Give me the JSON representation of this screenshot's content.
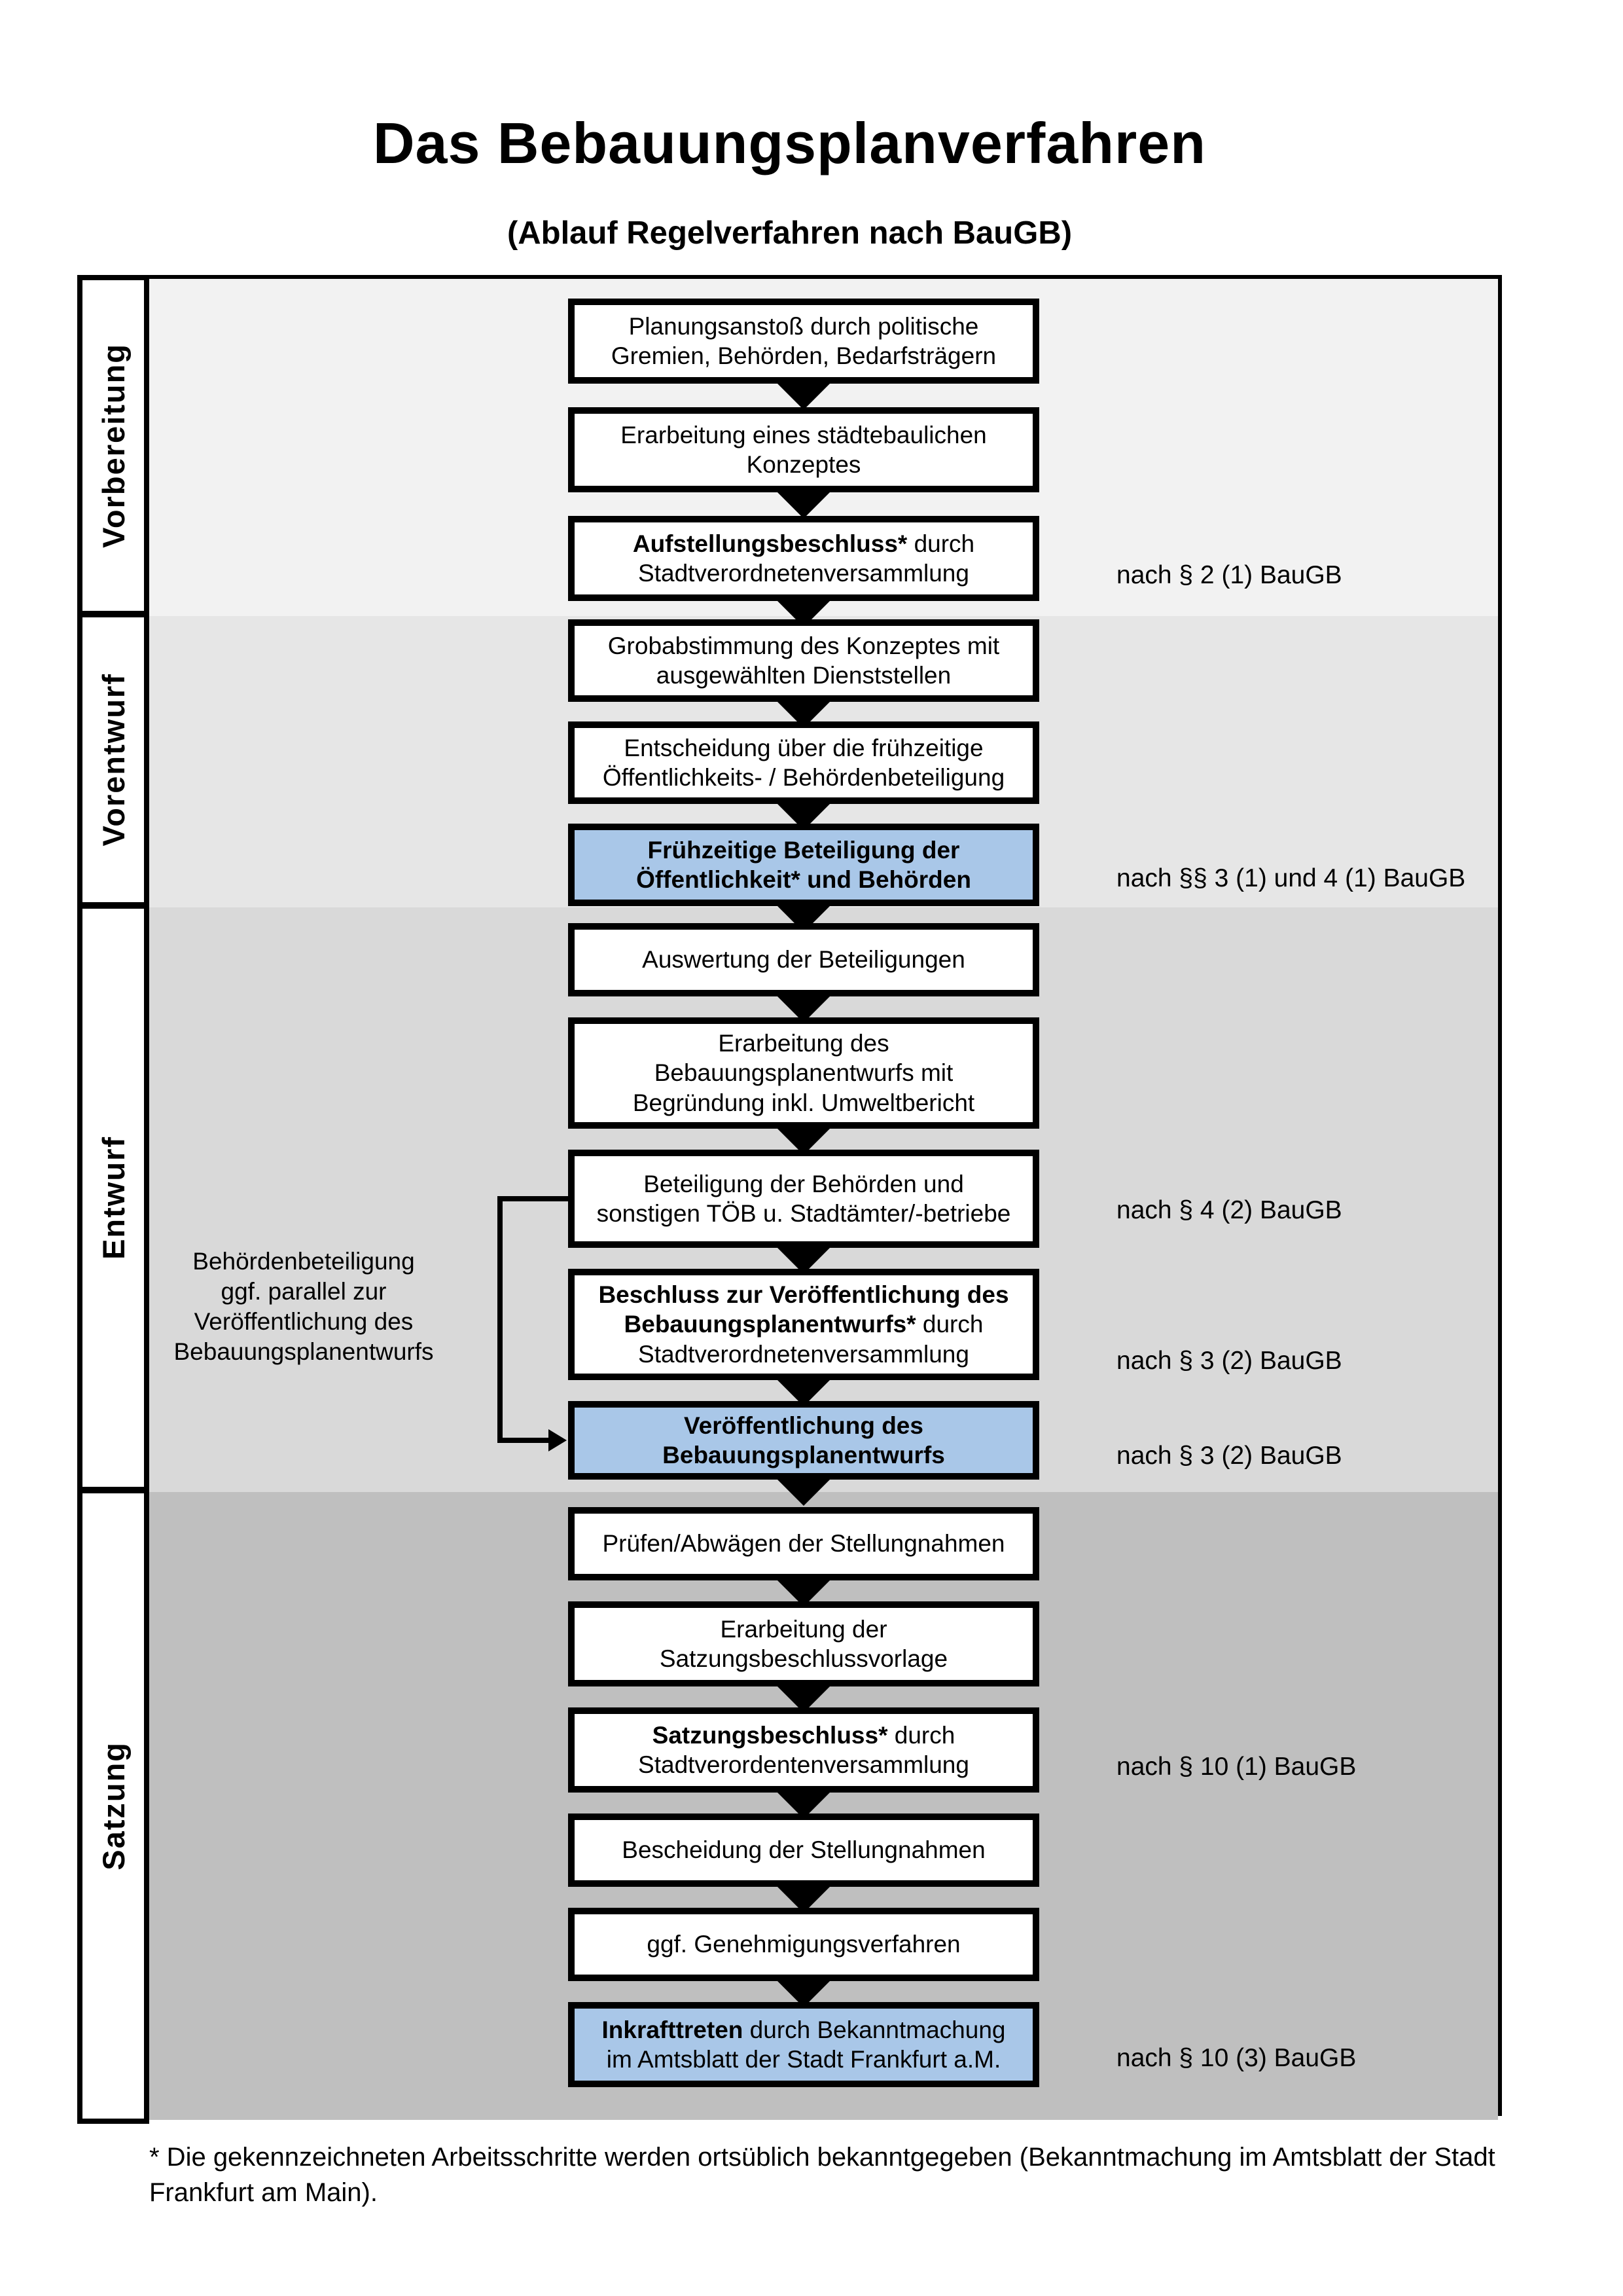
{
  "title": "Das Bebauungsplanverfahren",
  "subtitle": "(Ablauf Regelverfahren nach BauGB)",
  "colors": {
    "highlight_blue": "#a9c7e8",
    "band_vorbereitung": "#f2f2f2",
    "band_vorentwurf": "#e6e6e6",
    "band_entwurf": "#d9d9d9",
    "band_satzung": "#bfbfbf"
  },
  "phases": [
    {
      "label": "Vorbereitung"
    },
    {
      "label": "Vorentwurf"
    },
    {
      "label": "Entwurf"
    },
    {
      "label": "Satzung"
    }
  ],
  "steps": [
    {
      "phase": 0,
      "highlight": false,
      "annotation": "",
      "lines": [
        [
          {
            "text": "Planungsanstoß durch politische",
            "bold": false
          }
        ],
        [
          {
            "text": "Gremien, Behörden, Bedarfsträgern",
            "bold": false
          }
        ]
      ]
    },
    {
      "phase": 0,
      "highlight": false,
      "annotation": "",
      "lines": [
        [
          {
            "text": "Erarbeitung eines städtebaulichen",
            "bold": false
          }
        ],
        [
          {
            "text": "Konzeptes",
            "bold": false
          }
        ]
      ]
    },
    {
      "phase": 0,
      "highlight": false,
      "annotation": "nach § 2 (1) BauGB",
      "lines": [
        [
          {
            "text": "Aufstellungsbeschluss*",
            "bold": true
          },
          {
            "text": " durch",
            "bold": false
          }
        ],
        [
          {
            "text": "Stadtverordnetenversammlung",
            "bold": false
          }
        ]
      ]
    },
    {
      "phase": 1,
      "highlight": false,
      "annotation": "",
      "lines": [
        [
          {
            "text": "Grobabstimmung des Konzeptes mit",
            "bold": false
          }
        ],
        [
          {
            "text": "ausgewählten Dienststellen",
            "bold": false
          }
        ]
      ]
    },
    {
      "phase": 1,
      "highlight": false,
      "annotation": "",
      "lines": [
        [
          {
            "text": "Entscheidung über die frühzeitige",
            "bold": false
          }
        ],
        [
          {
            "text": "Öffentlichkeits- / Behördenbeteiligung",
            "bold": false
          }
        ]
      ]
    },
    {
      "phase": 1,
      "highlight": true,
      "annotation": "nach §§ 3 (1) und 4 (1) BauGB",
      "lines": [
        [
          {
            "text": "Frühzeitige Beteiligung der",
            "bold": true
          }
        ],
        [
          {
            "text": "Öffentlichkeit* und Behörden",
            "bold": true
          }
        ]
      ]
    },
    {
      "phase": 2,
      "highlight": false,
      "annotation": "",
      "lines": [
        [
          {
            "text": "Auswertung der Beteiligungen",
            "bold": false
          }
        ]
      ]
    },
    {
      "phase": 2,
      "highlight": false,
      "annotation": "",
      "lines": [
        [
          {
            "text": "Erarbeitung des",
            "bold": false
          }
        ],
        [
          {
            "text": "Bebauungsplanentwurfs mit",
            "bold": false
          }
        ],
        [
          {
            "text": "Begründung inkl. Umweltbericht",
            "bold": false
          }
        ]
      ]
    },
    {
      "phase": 2,
      "highlight": false,
      "annotation": "nach § 4 (2) BauGB",
      "lines": [
        [
          {
            "text": "Beteiligung der Behörden und",
            "bold": false
          }
        ],
        [
          {
            "text": "sonstigen TÖB u. Stadtämter/-betriebe",
            "bold": false
          }
        ]
      ]
    },
    {
      "phase": 2,
      "highlight": false,
      "annotation": "nach § 3 (2) BauGB",
      "lines": [
        [
          {
            "text": "Beschluss zur Veröffentlichung des",
            "bold": true
          }
        ],
        [
          {
            "text": "Bebauungsplanentwurfs*",
            "bold": true
          },
          {
            "text": " durch",
            "bold": false
          }
        ],
        [
          {
            "text": "Stadtverordnetenversammlung",
            "bold": false
          }
        ]
      ]
    },
    {
      "phase": 2,
      "highlight": true,
      "annotation": "nach § 3 (2) BauGB",
      "lines": [
        [
          {
            "text": "Veröffentlichung des",
            "bold": true
          }
        ],
        [
          {
            "text": "Bebauungsplanentwurfs",
            "bold": true
          }
        ]
      ]
    },
    {
      "phase": 3,
      "highlight": false,
      "annotation": "",
      "lines": [
        [
          {
            "text": "Prüfen/Abwägen der Stellungnahmen",
            "bold": false
          }
        ]
      ]
    },
    {
      "phase": 3,
      "highlight": false,
      "annotation": "",
      "lines": [
        [
          {
            "text": "Erarbeitung der",
            "bold": false
          }
        ],
        [
          {
            "text": "Satzungsbeschlussvorlage",
            "bold": false
          }
        ]
      ]
    },
    {
      "phase": 3,
      "highlight": false,
      "annotation": "nach § 10 (1) BauGB",
      "lines": [
        [
          {
            "text": "Satzungsbeschluss*",
            "bold": true
          },
          {
            "text": " durch",
            "bold": false
          }
        ],
        [
          {
            "text": "Stadtverordentenversammlung",
            "bold": false
          }
        ]
      ]
    },
    {
      "phase": 3,
      "highlight": false,
      "annotation": "",
      "lines": [
        [
          {
            "text": "Bescheidung der Stellungnahmen",
            "bold": false
          }
        ]
      ]
    },
    {
      "phase": 3,
      "highlight": false,
      "annotation": "",
      "lines": [
        [
          {
            "text": "ggf. Genehmigungsverfahren",
            "bold": false
          }
        ]
      ]
    },
    {
      "phase": 3,
      "highlight": true,
      "annotation": "nach § 10 (3) BauGB",
      "lines": [
        [
          {
            "text": "Inkrafttreten",
            "bold": true
          },
          {
            "text": " durch Bekanntmachung",
            "bold": false
          }
        ],
        [
          {
            "text": "im Amtsblatt der Stadt Frankfurt a.M.",
            "bold": false
          }
        ]
      ]
    }
  ],
  "side_note": {
    "lines": [
      "Behördenbeteiligung",
      "ggf. parallel zur",
      "Veröffentlichung des",
      "Bebauungsplanentwurfs"
    ]
  },
  "footnote_lines": [
    "* Die gekennzeichneten Arbeitsschritte werden ortsüblich bekanntgegeben (Bekanntmachung im Amtsblatt  der Stadt",
    "Frankfurt am Main)."
  ]
}
